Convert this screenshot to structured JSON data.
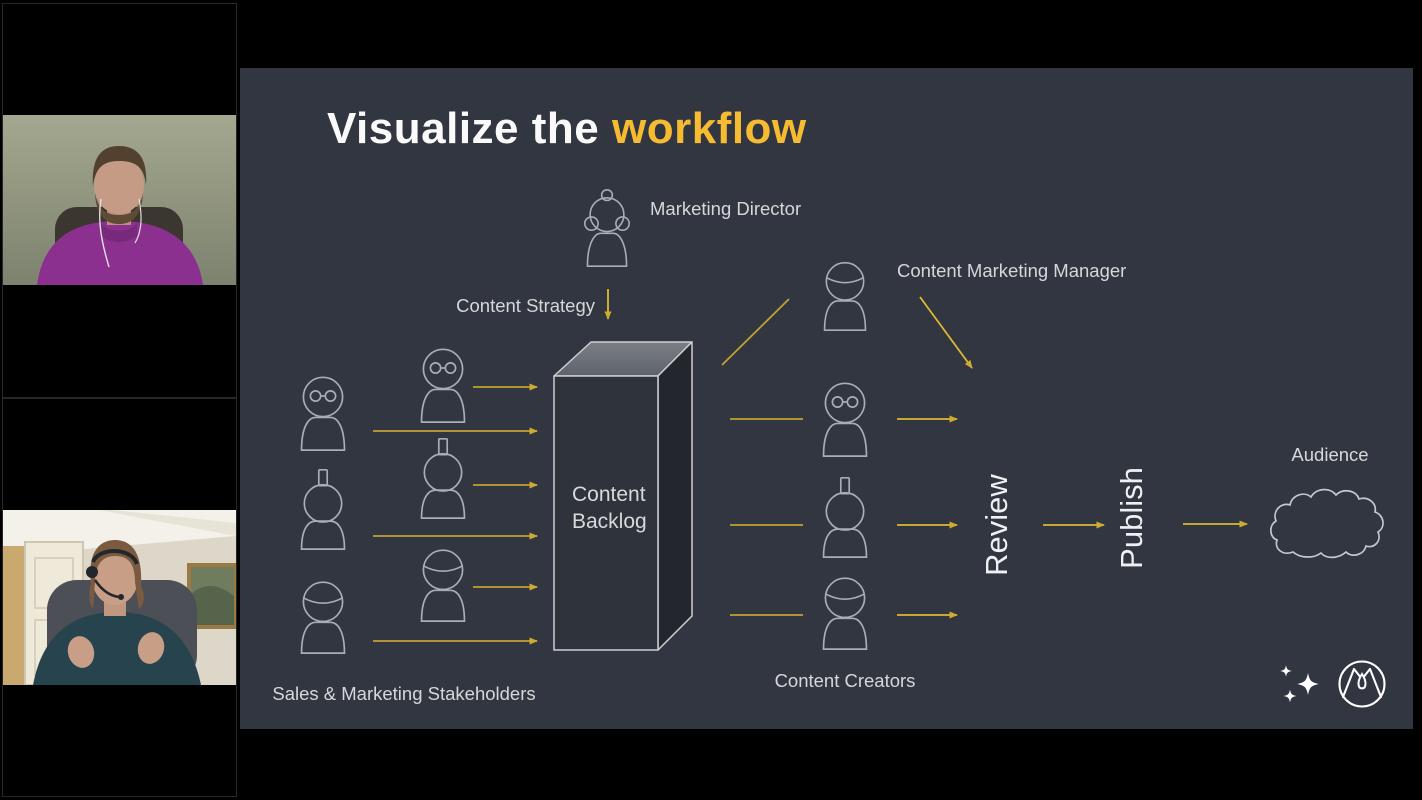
{
  "sidebar": {
    "participants": [
      {
        "id": "participant-1",
        "visual": "man with beard, purple sweater, earbuds, green wall"
      },
      {
        "id": "participant-2",
        "visual": "woman with headset gesturing, white room, framed painting"
      }
    ]
  },
  "slide": {
    "title": {
      "text_white": "Visualize the",
      "text_yellow": "workflow"
    },
    "roles": {
      "marketing_director": "Marketing Director",
      "content_marketing_manager": "Content Marketing Manager",
      "stakeholders": "Sales & Marketing Stakeholders",
      "content_creators": "Content Creators",
      "audience": "Audience"
    },
    "flow": {
      "content_strategy": "Content Strategy",
      "backlog_line1": "Content",
      "backlog_line2": "Backlog",
      "review": "Review",
      "publish": "Publish"
    },
    "icons": {
      "sparkles": "sparkles-icon",
      "brand": "mountain-droplet-logo"
    },
    "colors": {
      "slide_bg": "#323640",
      "accent_yellow": "#f6bb31",
      "arrow_gold": "#c2a233",
      "outline_gray": "#a9aeb4",
      "label_gray": "#d6d7d9"
    }
  }
}
